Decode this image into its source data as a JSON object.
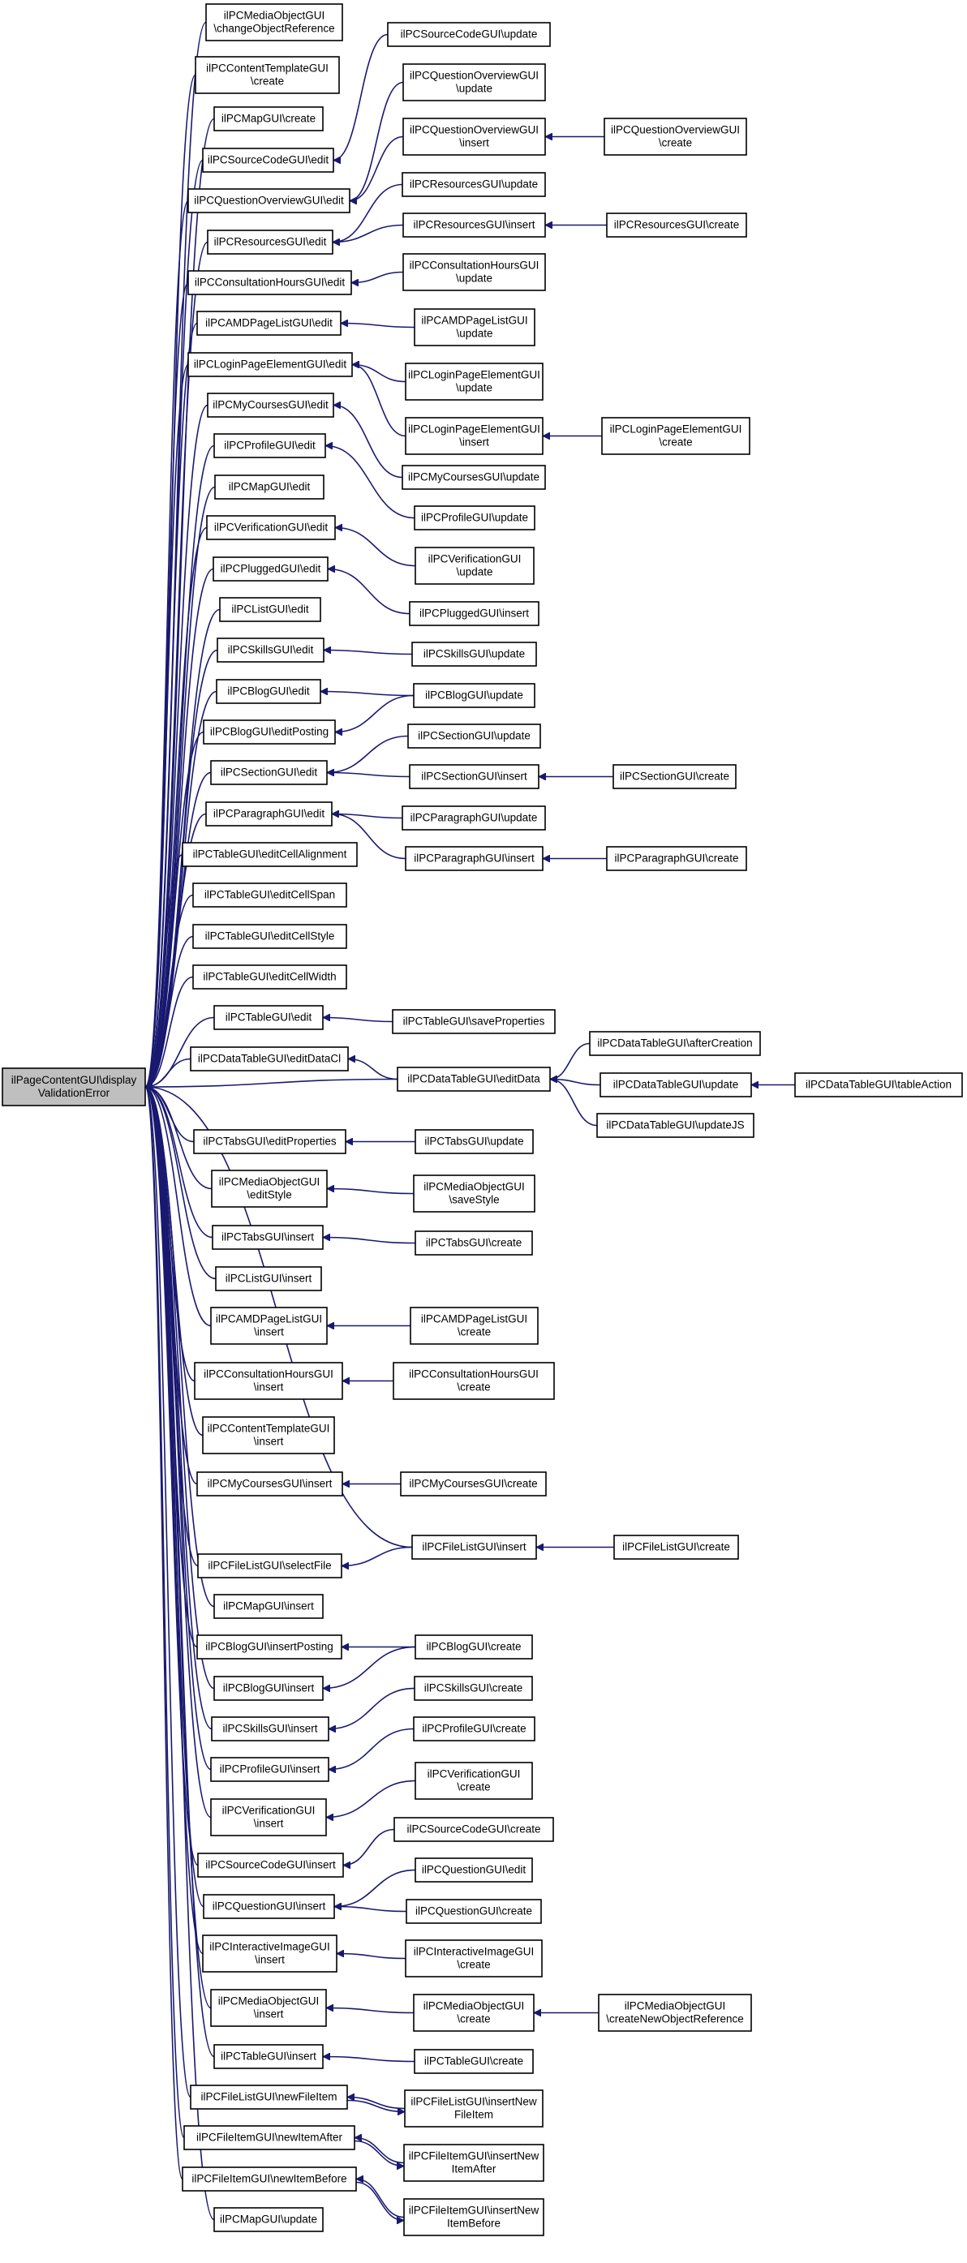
{
  "diagram": {
    "nodes": [
      {
        "id": "n0",
        "lines": [
          "ilPageContentGUI\\display",
          "ValidationError"
        ],
        "root": true
      },
      {
        "id": "n1",
        "lines": [
          "ilPCMediaObjectGUI",
          "\\changeObjectReference"
        ]
      },
      {
        "id": "n2",
        "lines": [
          "ilPCContentTemplateGUI",
          "\\create"
        ]
      },
      {
        "id": "n3",
        "lines": [
          "ilPCMapGUI\\create"
        ]
      },
      {
        "id": "n4",
        "lines": [
          "ilPCSourceCodeGUI\\edit"
        ]
      },
      {
        "id": "n5",
        "lines": [
          "ilPCQuestionOverviewGUI\\edit"
        ]
      },
      {
        "id": "n6",
        "lines": [
          "ilPCResourcesGUI\\edit"
        ]
      },
      {
        "id": "n7",
        "lines": [
          "ilPCConsultationHoursGUI\\edit"
        ]
      },
      {
        "id": "n8",
        "lines": [
          "ilPCAMDPageListGUI\\edit"
        ]
      },
      {
        "id": "n9",
        "lines": [
          "ilPCLoginPageElementGUI\\edit"
        ]
      },
      {
        "id": "n10",
        "lines": [
          "ilPCMyCoursesGUI\\edit"
        ]
      },
      {
        "id": "n11",
        "lines": [
          "ilPCProfileGUI\\edit"
        ]
      },
      {
        "id": "n12",
        "lines": [
          "ilPCMapGUI\\edit"
        ]
      },
      {
        "id": "n13",
        "lines": [
          "ilPCVerificationGUI\\edit"
        ]
      },
      {
        "id": "n14",
        "lines": [
          "ilPCPluggedGUI\\edit"
        ]
      },
      {
        "id": "n15",
        "lines": [
          "ilPCListGUI\\edit"
        ]
      },
      {
        "id": "n16",
        "lines": [
          "ilPCSkillsGUI\\edit"
        ]
      },
      {
        "id": "n17",
        "lines": [
          "ilPCBlogGUI\\edit"
        ]
      },
      {
        "id": "n18",
        "lines": [
          "ilPCBlogGUI\\editPosting"
        ]
      },
      {
        "id": "n19",
        "lines": [
          "ilPCSectionGUI\\edit"
        ]
      },
      {
        "id": "n20",
        "lines": [
          "ilPCParagraphGUI\\edit"
        ]
      },
      {
        "id": "n21",
        "lines": [
          "ilPCTableGUI\\editCellAlignment"
        ]
      },
      {
        "id": "n22",
        "lines": [
          "ilPCTableGUI\\editCellSpan"
        ]
      },
      {
        "id": "n23",
        "lines": [
          "ilPCTableGUI\\editCellStyle"
        ]
      },
      {
        "id": "n24",
        "lines": [
          "ilPCTableGUI\\editCellWidth"
        ]
      },
      {
        "id": "n25",
        "lines": [
          "ilPCTableGUI\\edit"
        ]
      },
      {
        "id": "n26",
        "lines": [
          "ilPCDataTableGUI\\editDataCl"
        ]
      },
      {
        "id": "n27",
        "lines": [
          "ilPCTabsGUI\\editProperties"
        ]
      },
      {
        "id": "n28",
        "lines": [
          "ilPCMediaObjectGUI",
          "\\editStyle"
        ]
      },
      {
        "id": "n29",
        "lines": [
          "ilPCTabsGUI\\insert"
        ]
      },
      {
        "id": "n30",
        "lines": [
          "ilPCListGUI\\insert"
        ]
      },
      {
        "id": "n31",
        "lines": [
          "ilPCAMDPageListGUI",
          "\\insert"
        ]
      },
      {
        "id": "n32",
        "lines": [
          "ilPCConsultationHoursGUI",
          "\\insert"
        ]
      },
      {
        "id": "n33",
        "lines": [
          "ilPCContentTemplateGUI",
          "\\insert"
        ]
      },
      {
        "id": "n34",
        "lines": [
          "ilPCMyCoursesGUI\\insert"
        ]
      },
      {
        "id": "n35",
        "lines": [
          "ilPCFileListGUI\\selectFile"
        ]
      },
      {
        "id": "n36",
        "lines": [
          "ilPCMapGUI\\insert"
        ]
      },
      {
        "id": "n37",
        "lines": [
          "ilPCBlogGUI\\insertPosting"
        ]
      },
      {
        "id": "n38",
        "lines": [
          "ilPCBlogGUI\\insert"
        ]
      },
      {
        "id": "n39",
        "lines": [
          "ilPCSkillsGUI\\insert"
        ]
      },
      {
        "id": "n40",
        "lines": [
          "ilPCProfileGUI\\insert"
        ]
      },
      {
        "id": "n41",
        "lines": [
          "ilPCVerificationGUI",
          "\\insert"
        ]
      },
      {
        "id": "n42",
        "lines": [
          "ilPCSourceCodeGUI\\insert"
        ]
      },
      {
        "id": "n43",
        "lines": [
          "ilPCQuestionGUI\\insert"
        ]
      },
      {
        "id": "n44",
        "lines": [
          "ilPCInteractiveImageGUI",
          "\\insert"
        ]
      },
      {
        "id": "n45",
        "lines": [
          "ilPCMediaObjectGUI",
          "\\insert"
        ]
      },
      {
        "id": "n46",
        "lines": [
          "ilPCTableGUI\\insert"
        ]
      },
      {
        "id": "n47",
        "lines": [
          "ilPCFileListGUI\\newFileItem"
        ]
      },
      {
        "id": "n48",
        "lines": [
          "ilPCFileItemGUI\\newItemAfter"
        ]
      },
      {
        "id": "n49",
        "lines": [
          "ilPCFileItemGUI\\newItemBefore"
        ]
      },
      {
        "id": "n50",
        "lines": [
          "ilPCMapGUI\\update"
        ]
      },
      {
        "id": "m1",
        "lines": [
          "ilPCSourceCodeGUI\\update"
        ]
      },
      {
        "id": "m2",
        "lines": [
          "ilPCQuestionOverviewGUI",
          "\\update"
        ]
      },
      {
        "id": "m3",
        "lines": [
          "ilPCQuestionOverviewGUI",
          "\\insert"
        ]
      },
      {
        "id": "m4",
        "lines": [
          "ilPCResourcesGUI\\update"
        ]
      },
      {
        "id": "m5",
        "lines": [
          "ilPCResourcesGUI\\insert"
        ]
      },
      {
        "id": "m6",
        "lines": [
          "ilPCConsultationHoursGUI",
          "\\update"
        ]
      },
      {
        "id": "m7",
        "lines": [
          "ilPCAMDPageListGUI",
          "\\update"
        ]
      },
      {
        "id": "m8",
        "lines": [
          "ilPCLoginPageElementGUI",
          "\\update"
        ]
      },
      {
        "id": "m9",
        "lines": [
          "ilPCLoginPageElementGUI",
          "\\insert"
        ]
      },
      {
        "id": "m10",
        "lines": [
          "ilPCMyCoursesGUI\\update"
        ]
      },
      {
        "id": "m11",
        "lines": [
          "ilPCProfileGUI\\update"
        ]
      },
      {
        "id": "m12",
        "lines": [
          "ilPCVerificationGUI",
          "\\update"
        ]
      },
      {
        "id": "m13",
        "lines": [
          "ilPCPluggedGUI\\insert"
        ]
      },
      {
        "id": "m14",
        "lines": [
          "ilPCSkillsGUI\\update"
        ]
      },
      {
        "id": "m15",
        "lines": [
          "ilPCBlogGUI\\update"
        ]
      },
      {
        "id": "m16",
        "lines": [
          "ilPCSectionGUI\\update"
        ]
      },
      {
        "id": "m17",
        "lines": [
          "ilPCSectionGUI\\insert"
        ]
      },
      {
        "id": "m18",
        "lines": [
          "ilPCParagraphGUI\\update"
        ]
      },
      {
        "id": "m19",
        "lines": [
          "ilPCParagraphGUI\\insert"
        ]
      },
      {
        "id": "m20",
        "lines": [
          "ilPCTableGUI\\saveProperties"
        ]
      },
      {
        "id": "m21",
        "lines": [
          "ilPCDataTableGUI\\editData"
        ]
      },
      {
        "id": "m22",
        "lines": [
          "ilPCTabsGUI\\update"
        ]
      },
      {
        "id": "m23",
        "lines": [
          "ilPCMediaObjectGUI",
          "\\saveStyle"
        ]
      },
      {
        "id": "m24",
        "lines": [
          "ilPCTabsGUI\\create"
        ]
      },
      {
        "id": "m25",
        "lines": [
          "ilPCAMDPageListGUI",
          "\\create"
        ]
      },
      {
        "id": "m26",
        "lines": [
          "ilPCConsultationHoursGUI",
          "\\create"
        ]
      },
      {
        "id": "m27",
        "lines": [
          "ilPCMyCoursesGUI\\create"
        ]
      },
      {
        "id": "m28",
        "lines": [
          "ilPCFileListGUI\\insert"
        ]
      },
      {
        "id": "m29",
        "lines": [
          "ilPCBlogGUI\\create"
        ]
      },
      {
        "id": "m30",
        "lines": [
          "ilPCSkillsGUI\\create"
        ]
      },
      {
        "id": "m31",
        "lines": [
          "ilPCProfileGUI\\create"
        ]
      },
      {
        "id": "m32",
        "lines": [
          "ilPCVerificationGUI",
          "\\create"
        ]
      },
      {
        "id": "m33",
        "lines": [
          "ilPCSourceCodeGUI\\create"
        ]
      },
      {
        "id": "m34",
        "lines": [
          "ilPCQuestionGUI\\edit"
        ]
      },
      {
        "id": "m35",
        "lines": [
          "ilPCQuestionGUI\\create"
        ]
      },
      {
        "id": "m36",
        "lines": [
          "ilPCInteractiveImageGUI",
          "\\create"
        ]
      },
      {
        "id": "m37",
        "lines": [
          "ilPCMediaObjectGUI",
          "\\create"
        ]
      },
      {
        "id": "m38",
        "lines": [
          "ilPCTableGUI\\create"
        ]
      },
      {
        "id": "m39",
        "lines": [
          "ilPCFileListGUI\\insertNew",
          "FileItem"
        ]
      },
      {
        "id": "m40",
        "lines": [
          "ilPCFileItemGUI\\insertNew",
          "ItemAfter"
        ]
      },
      {
        "id": "m41",
        "lines": [
          "ilPCFileItemGUI\\insertNew",
          "ItemBefore"
        ]
      },
      {
        "id": "r1",
        "lines": [
          "ilPCQuestionOverviewGUI",
          "\\create"
        ]
      },
      {
        "id": "r2",
        "lines": [
          "ilPCResourcesGUI\\create"
        ]
      },
      {
        "id": "r3",
        "lines": [
          "ilPCLoginPageElementGUI",
          "\\create"
        ]
      },
      {
        "id": "r4",
        "lines": [
          "ilPCSectionGUI\\create"
        ]
      },
      {
        "id": "r5",
        "lines": [
          "ilPCParagraphGUI\\create"
        ]
      },
      {
        "id": "r6",
        "lines": [
          "ilPCDataTableGUI\\afterCreation"
        ]
      },
      {
        "id": "r7",
        "lines": [
          "ilPCDataTableGUI\\update"
        ]
      },
      {
        "id": "r8",
        "lines": [
          "ilPCDataTableGUI\\updateJS"
        ]
      },
      {
        "id": "r9",
        "lines": [
          "ilPCFileListGUI\\create"
        ]
      },
      {
        "id": "r10",
        "lines": [
          "ilPCMediaObjectGUI",
          "\\createNewObjectReference"
        ]
      },
      {
        "id": "s1",
        "lines": [
          "ilPCDataTableGUI\\tableAction"
        ]
      }
    ],
    "edges": [
      [
        "n1",
        "n0"
      ],
      [
        "n2",
        "n0"
      ],
      [
        "n3",
        "n0"
      ],
      [
        "n4",
        "n0"
      ],
      [
        "n5",
        "n0"
      ],
      [
        "n6",
        "n0"
      ],
      [
        "n7",
        "n0"
      ],
      [
        "n8",
        "n0"
      ],
      [
        "n9",
        "n0"
      ],
      [
        "n10",
        "n0"
      ],
      [
        "n11",
        "n0"
      ],
      [
        "n12",
        "n0"
      ],
      [
        "n13",
        "n0"
      ],
      [
        "n14",
        "n0"
      ],
      [
        "n15",
        "n0"
      ],
      [
        "n16",
        "n0"
      ],
      [
        "n17",
        "n0"
      ],
      [
        "n18",
        "n0"
      ],
      [
        "n19",
        "n0"
      ],
      [
        "n20",
        "n0"
      ],
      [
        "n21",
        "n0"
      ],
      [
        "n22",
        "n0"
      ],
      [
        "n23",
        "n0"
      ],
      [
        "n24",
        "n0"
      ],
      [
        "n25",
        "n0"
      ],
      [
        "m21",
        "n0"
      ],
      [
        "n26",
        "n0"
      ],
      [
        "n27",
        "n0"
      ],
      [
        "n28",
        "n0"
      ],
      [
        "n29",
        "n0"
      ],
      [
        "n30",
        "n0"
      ],
      [
        "n31",
        "n0"
      ],
      [
        "n32",
        "n0"
      ],
      [
        "n33",
        "n0"
      ],
      [
        "n34",
        "n0"
      ],
      [
        "m28",
        "n0"
      ],
      [
        "n35",
        "n0"
      ],
      [
        "n36",
        "n0"
      ],
      [
        "n37",
        "n0"
      ],
      [
        "n38",
        "n0"
      ],
      [
        "n39",
        "n0"
      ],
      [
        "n40",
        "n0"
      ],
      [
        "n41",
        "n0"
      ],
      [
        "n42",
        "n0"
      ],
      [
        "n43",
        "n0"
      ],
      [
        "n44",
        "n0"
      ],
      [
        "n45",
        "n0"
      ],
      [
        "n46",
        "n0"
      ],
      [
        "n47",
        "n0"
      ],
      [
        "n48",
        "n0"
      ],
      [
        "n49",
        "n0"
      ],
      [
        "n50",
        "n0"
      ],
      [
        "m1",
        "n4"
      ],
      [
        "m2",
        "n5"
      ],
      [
        "m3",
        "n5"
      ],
      [
        "r1",
        "m3"
      ],
      [
        "m4",
        "n6"
      ],
      [
        "m5",
        "n6"
      ],
      [
        "r2",
        "m5"
      ],
      [
        "m6",
        "n7"
      ],
      [
        "m7",
        "n8"
      ],
      [
        "m8",
        "n9"
      ],
      [
        "m9",
        "n9"
      ],
      [
        "r3",
        "m9"
      ],
      [
        "m10",
        "n10"
      ],
      [
        "m11",
        "n11"
      ],
      [
        "m12",
        "n13"
      ],
      [
        "m13",
        "n14"
      ],
      [
        "m14",
        "n16"
      ],
      [
        "m15",
        "n17"
      ],
      [
        "m15",
        "n18"
      ],
      [
        "m16",
        "n19"
      ],
      [
        "m17",
        "n19"
      ],
      [
        "r4",
        "m17"
      ],
      [
        "m18",
        "n20"
      ],
      [
        "m19",
        "n20"
      ],
      [
        "r5",
        "m19"
      ],
      [
        "m20",
        "n25"
      ],
      [
        "m21",
        "n26"
      ],
      [
        "r6",
        "m21"
      ],
      [
        "r7",
        "m21"
      ],
      [
        "r8",
        "m21"
      ],
      [
        "s1",
        "r7"
      ],
      [
        "m22",
        "n27"
      ],
      [
        "m23",
        "n28"
      ],
      [
        "m24",
        "n29"
      ],
      [
        "m25",
        "n31"
      ],
      [
        "m26",
        "n32"
      ],
      [
        "m27",
        "n34"
      ],
      [
        "m28",
        "n35"
      ],
      [
        "r9",
        "m28"
      ],
      [
        "m29",
        "n37"
      ],
      [
        "m29",
        "n38"
      ],
      [
        "m30",
        "n39"
      ],
      [
        "m31",
        "n40"
      ],
      [
        "m32",
        "n41"
      ],
      [
        "m33",
        "n42"
      ],
      [
        "m34",
        "n43"
      ],
      [
        "m35",
        "n43"
      ],
      [
        "m36",
        "n44"
      ],
      [
        "m37",
        "n45"
      ],
      [
        "r10",
        "m37"
      ],
      [
        "m38",
        "n46"
      ],
      [
        "m39",
        "n47"
      ],
      [
        "n47",
        "m39"
      ],
      [
        "m40",
        "n48"
      ],
      [
        "n48",
        "m40"
      ],
      [
        "m41",
        "n49"
      ],
      [
        "n49",
        "m41"
      ]
    ]
  }
}
